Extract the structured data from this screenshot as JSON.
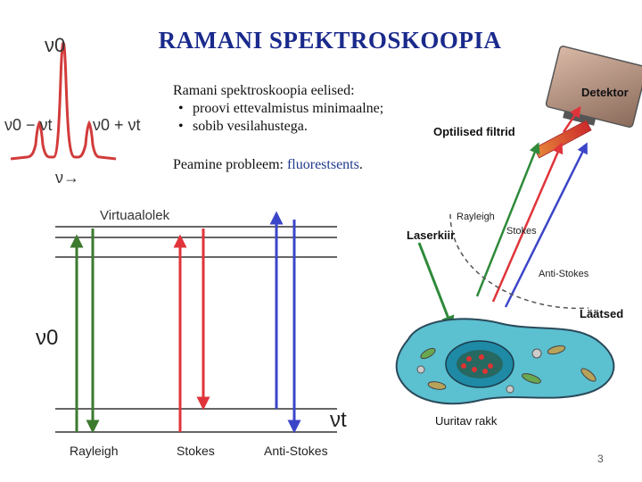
{
  "slide": {
    "title": "RAMANI SPEKTROSKOOPIA",
    "advantages_heading": "Ramani spektroskoopia eelised:",
    "advantages": [
      "proovi ettevalmistus minimaalne;",
      "sobib vesilahustega."
    ],
    "problem_prefix": "Peamine probleem: ",
    "problem_highlight": "fluorestsents",
    "problem_suffix": ".",
    "page_number": "3"
  },
  "spectrum": {
    "peak_center": "ν0",
    "peak_left": "ν0 − νt",
    "peak_right": "ν0 + νt",
    "axis_label": "ν→"
  },
  "energy_diagram": {
    "virtual_level_label": "Virtuaalolek",
    "ground_label": "ν0",
    "vib_label": "νt",
    "transitions": [
      "Rayleigh",
      "Stokes",
      "Anti-Stokes"
    ],
    "colors": {
      "rayleigh": "#3c7a2e",
      "stokes": "#e0343a",
      "antistokes": "#3b45c8"
    }
  },
  "setup": {
    "detector_label": "Detektor",
    "filters_label": "Optilised filtrid",
    "laser_label": "Laserkiir",
    "rayleigh_label": "Rayleigh",
    "stokes_label": "Stokes",
    "antistokes_label": "Anti-Stokes",
    "lens_label": "Läätsed",
    "cell_label": "Uuritav rakk"
  }
}
